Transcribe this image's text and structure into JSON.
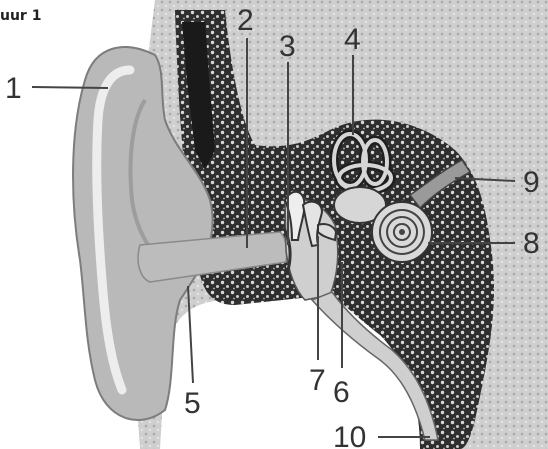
{
  "caption": "uur 1",
  "labels": {
    "l1": "1",
    "l2": "2",
    "l3": "3",
    "l4": "4",
    "l5": "5",
    "l6": "6",
    "l7": "7",
    "l8": "8",
    "l9": "9",
    "l10": "10"
  }
}
